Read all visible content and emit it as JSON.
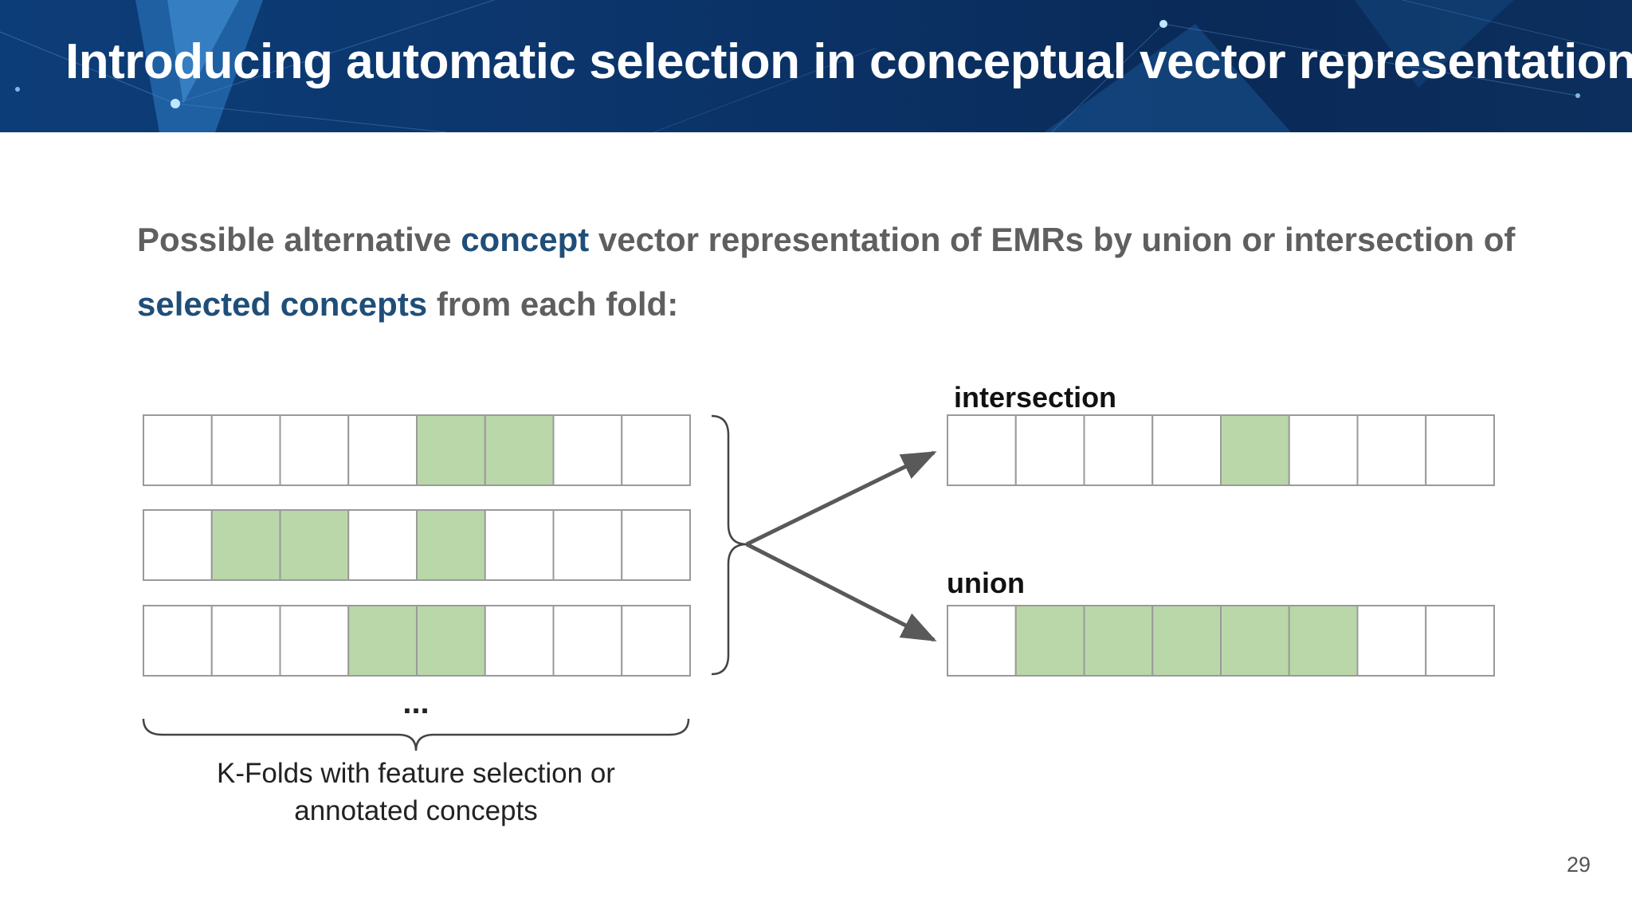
{
  "slide": {
    "title": "Introducing automatic selection in conceptual vector representation",
    "subtitle": {
      "part1": "Possible alternative ",
      "highlight1": "concept",
      "part2": " vector representation of EMRs by union or intersection of ",
      "highlight2": "selected concepts",
      "part3": " from each fold:"
    },
    "page_number": "29"
  },
  "diagram": {
    "cell_count": 8,
    "colors": {
      "selected": "#b9d7a8",
      "empty": "#ffffff",
      "border": "#9a9a9a",
      "arrow": "#595959",
      "highlight_text": "#1f4e79"
    },
    "folds": [
      [
        0,
        0,
        0,
        0,
        1,
        1,
        0,
        0
      ],
      [
        0,
        1,
        1,
        0,
        1,
        0,
        0,
        0
      ],
      [
        0,
        0,
        0,
        1,
        1,
        0,
        0,
        0
      ]
    ],
    "ellipsis": "...",
    "folds_caption_line1": "K-Folds with feature selection or",
    "folds_caption_line2": "annotated concepts",
    "intersection": {
      "label": "intersection",
      "cells": [
        0,
        0,
        0,
        0,
        1,
        0,
        0,
        0
      ]
    },
    "union": {
      "label": "union",
      "cells": [
        0,
        1,
        1,
        1,
        1,
        1,
        0,
        0
      ]
    }
  }
}
